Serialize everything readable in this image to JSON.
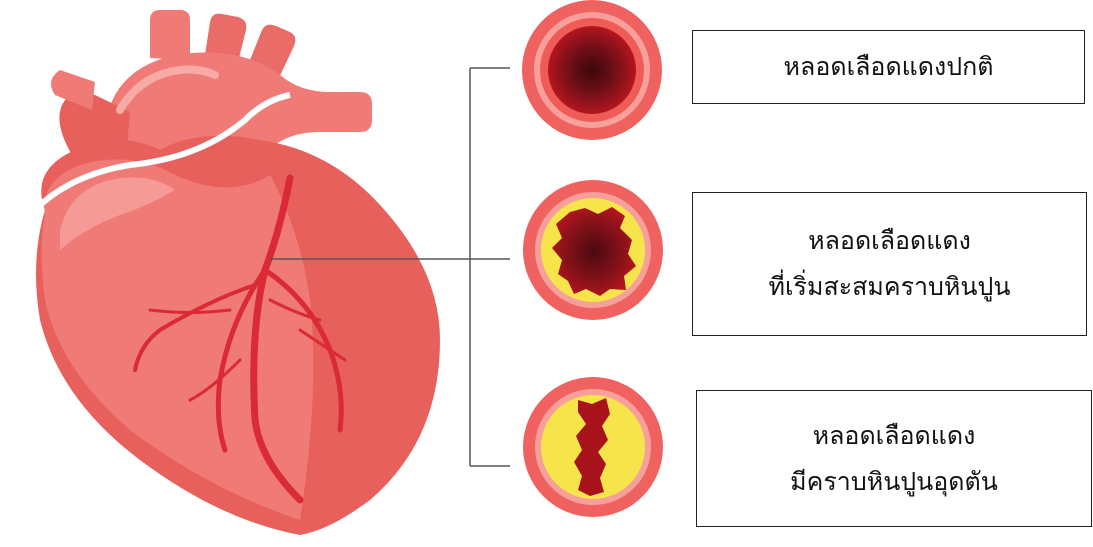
{
  "labels": {
    "normal": {
      "line1": "หลอดเลือดแดงปกติ"
    },
    "early_plaque": {
      "line1": "หลอดเลือดแดง",
      "line2": "ที่เริ่มสะสมคราบหินปูน"
    },
    "blocked": {
      "line1": "หลอดเลือดแดง",
      "line2": "มีคราบหินปูนอุดตัน"
    }
  },
  "colors": {
    "vessel_outer": "#f0625f",
    "vessel_ring": "#f7a09b",
    "vessel_wall": "#ef5b57",
    "plaque": "#f5e44a",
    "lumen_dark": "#5c0d14",
    "lumen_mid": "#b0141d",
    "heart_light": "#f59a96",
    "heart_main": "#f07a76",
    "heart_dark": "#e8605c",
    "artery": "#d92a35"
  }
}
